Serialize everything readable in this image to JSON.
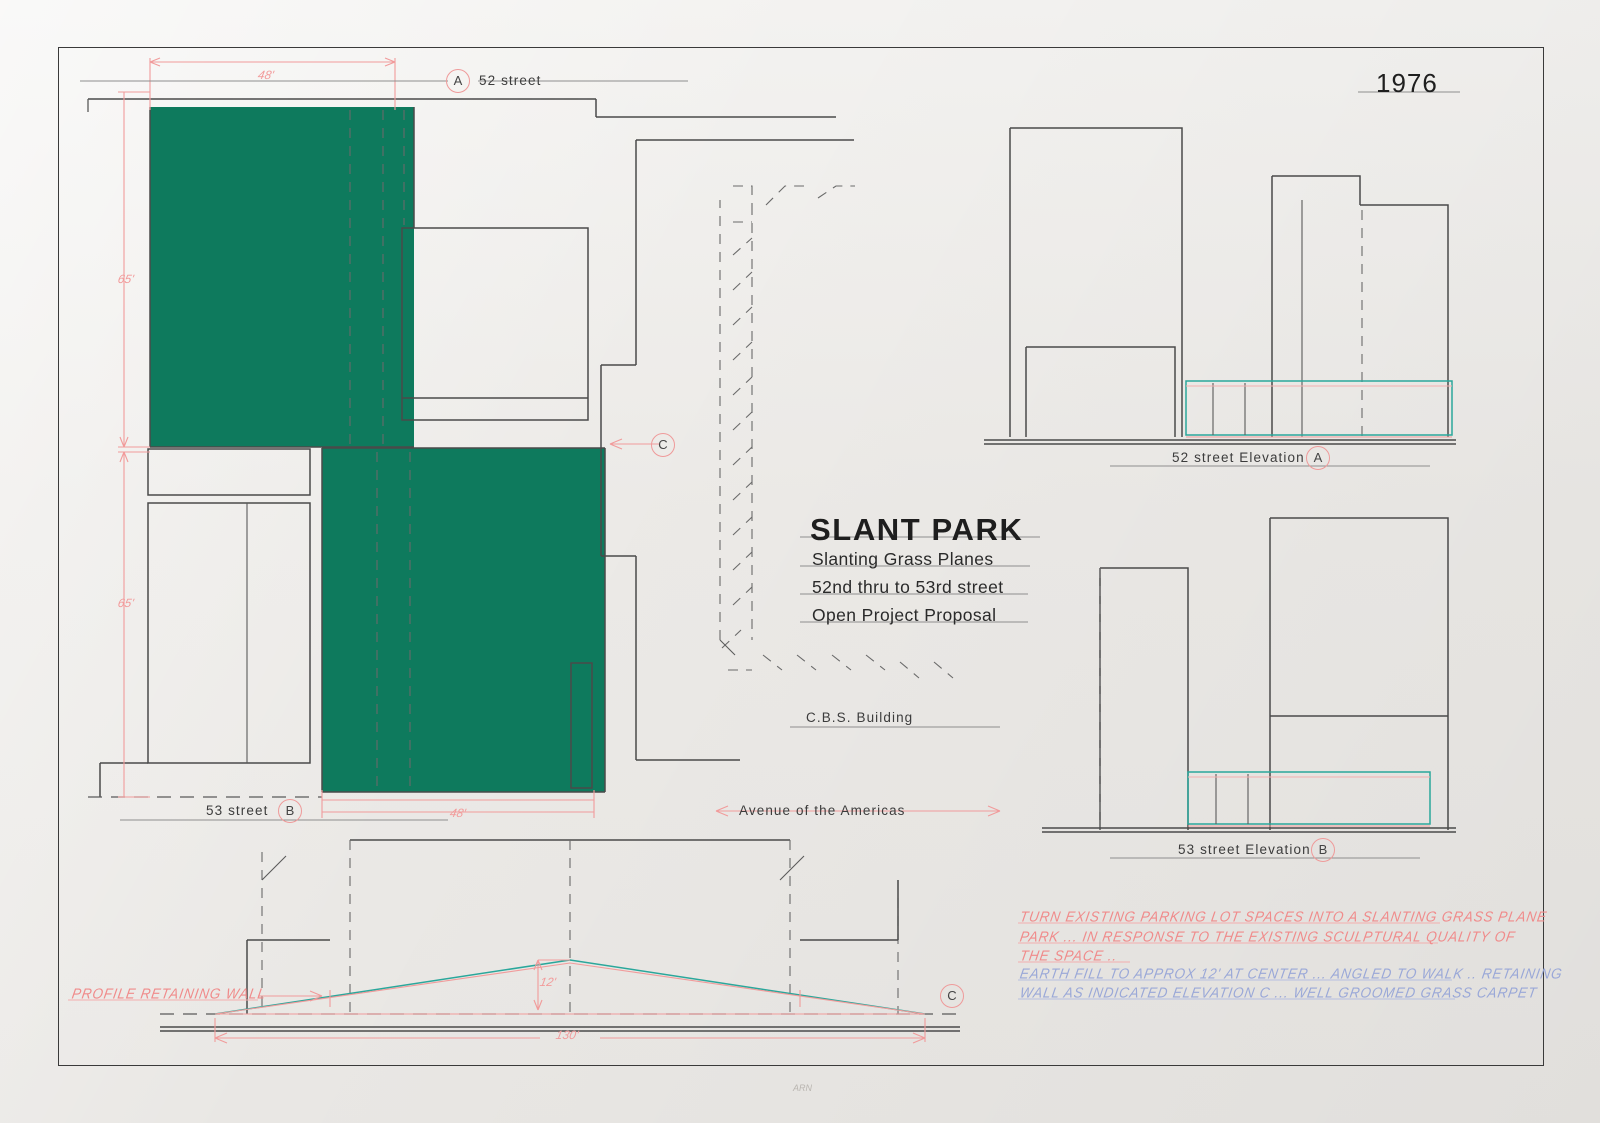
{
  "sheet": {
    "year": "1976",
    "signature": "ARN"
  },
  "title_block": {
    "title": "SLANT PARK",
    "line1": "Slanting Grass Planes",
    "line2": "52nd thru to 53rd street",
    "line3": "Open Project Proposal"
  },
  "plan_labels": {
    "street_top": "52 street",
    "street_top_marker": "A",
    "street_bottom": "53  street",
    "street_bottom_marker": "B",
    "avenue": "Avenue of the Americas",
    "cbs_building": "C.B.S. Building",
    "section_marker_plan": "C",
    "section_marker_profile": "C"
  },
  "elevations": [
    {
      "caption": "52 street  Elevation",
      "marker": "A"
    },
    {
      "caption": "53 street  Elevation",
      "marker": "B"
    }
  ],
  "dimensions": {
    "top_width": "48'",
    "bottom_width": "48'",
    "left_upper": "65'",
    "left_lower": "65'",
    "profile_length": "130'",
    "profile_height": "12'"
  },
  "annotations": {
    "profile_label": "PROFILE RETAINING WALL",
    "note_red": [
      "TURN EXISTING PARKING LOT SPACES INTO A SLANTING GRASS PLANE",
      "PARK ... IN RESPONSE TO THE EXISTING SCULPTURAL QUALITY OF",
      "THE SPACE .."
    ],
    "note_blue": [
      "EARTH FILL TO APPROX 12' AT CENTER ... ANGLED TO WALK .. RETAINING",
      "WALL AS INDICATED ELEVATION C ... WELL GROOMED GRASS CARPET"
    ]
  },
  "colors": {
    "grass_green": "#0e7a5d",
    "teal_line": "#2aa79b",
    "red_line": "#f08b8b",
    "blue_ink": "#9aa8d8",
    "drawing_black": "#4a4a4a",
    "paper": "#eeecea"
  }
}
